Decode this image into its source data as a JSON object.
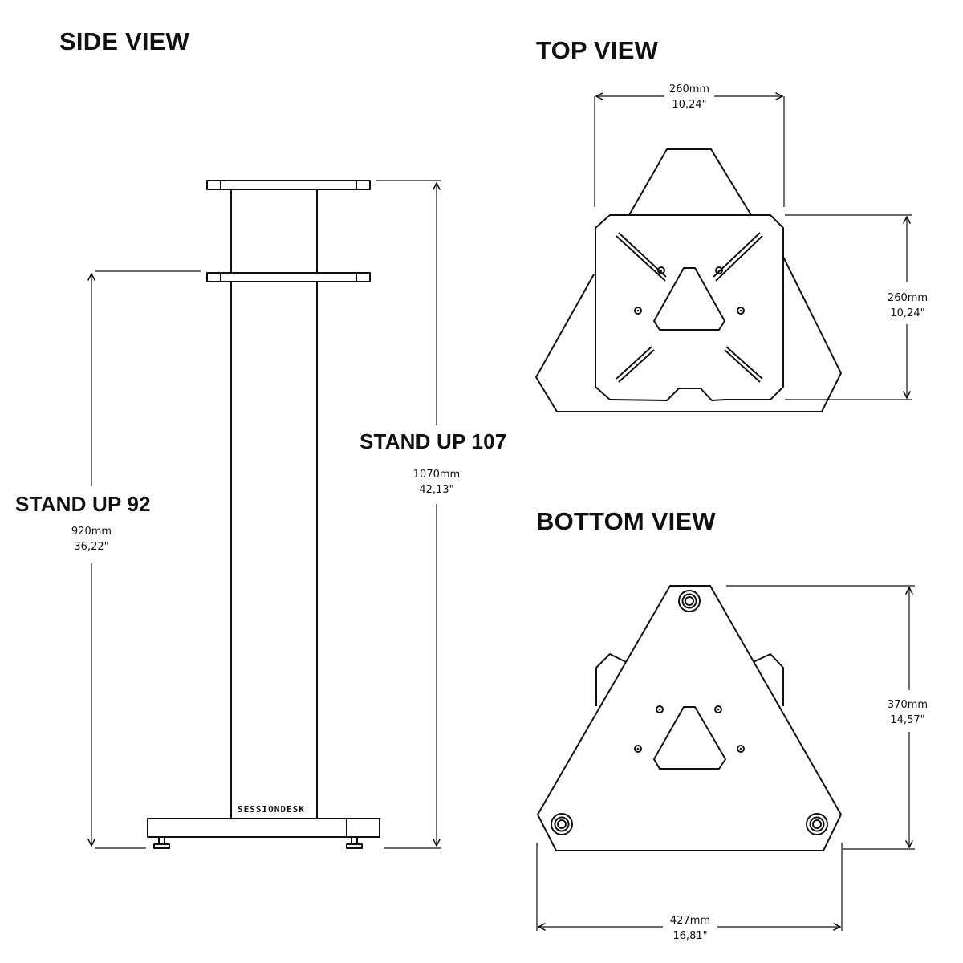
{
  "views": {
    "side": "SIDE VIEW",
    "top": "TOP VIEW",
    "bottom": "BOTTOM VIEW"
  },
  "models": {
    "tall": "STAND UP 107",
    "short": "STAND UP 92"
  },
  "brand": "SESSIONDESK",
  "dimensions": {
    "tall_height": {
      "mm": "1070mm",
      "inch": "42,13\""
    },
    "short_height": {
      "mm": "920mm",
      "inch": "36,22\""
    },
    "top_width": {
      "mm": "260mm",
      "inch": "10,24\""
    },
    "top_depth": {
      "mm": "260mm",
      "inch": "10,24\""
    },
    "base_depth": {
      "mm": "370mm",
      "inch": "14,57\""
    },
    "base_width": {
      "mm": "427mm",
      "inch": "16,81\""
    }
  },
  "colors": {
    "line": "#111111",
    "background": "#ffffff"
  }
}
